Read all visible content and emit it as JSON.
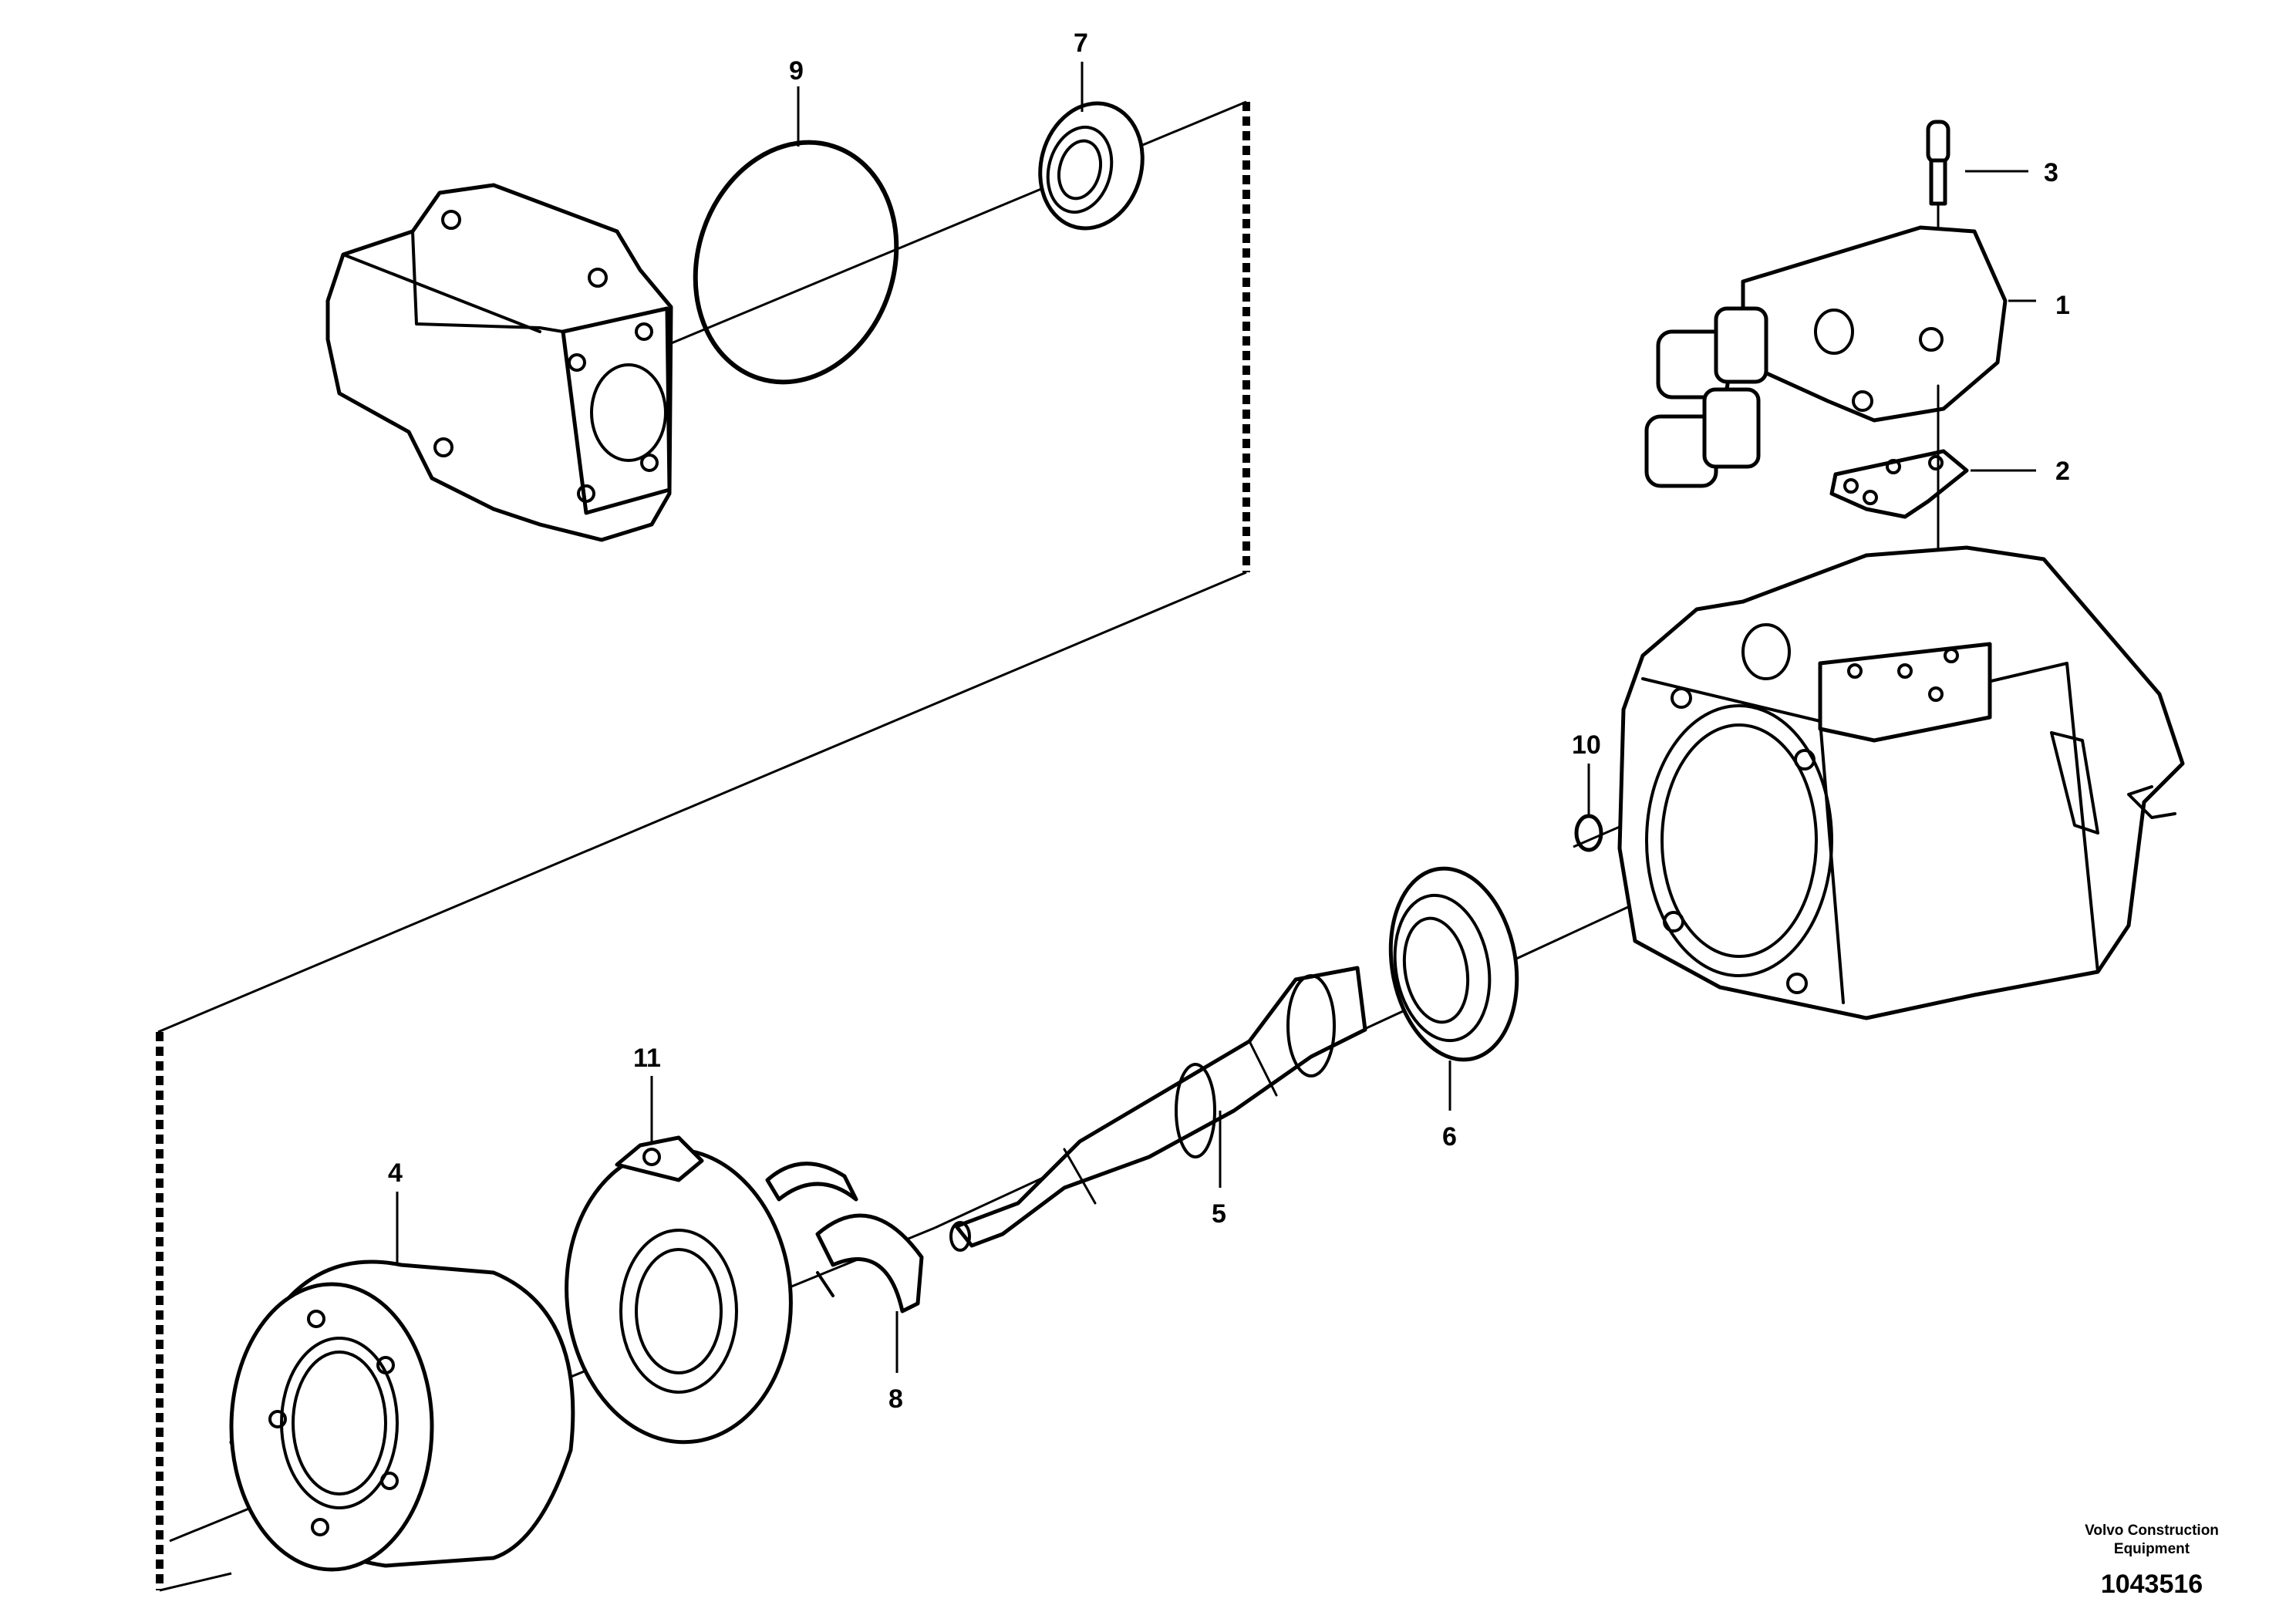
{
  "callouts": {
    "c1": "1",
    "c2": "2",
    "c3": "3",
    "c4": "4",
    "c5": "5",
    "c6": "6",
    "c7": "7",
    "c8": "8",
    "c9": "9",
    "c10": "10",
    "c11": "11"
  },
  "footer": {
    "company_line1": "Volvo Construction",
    "company_line2": "Equipment",
    "reference_number": "1043516"
  }
}
